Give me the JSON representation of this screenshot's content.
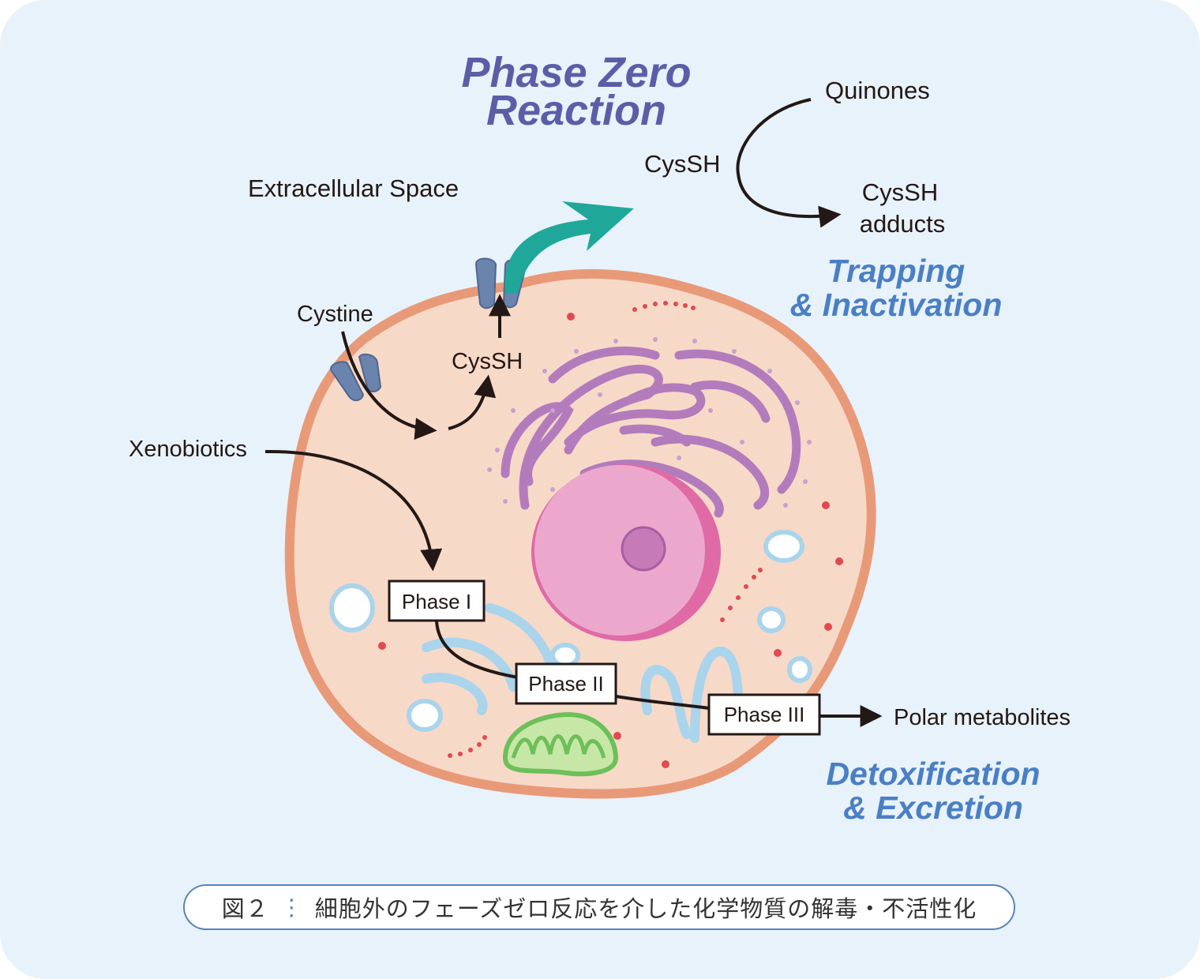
{
  "title": {
    "line1": "Phase Zero",
    "line2": "Reaction"
  },
  "labels": {
    "extracellular": "Extracellular Space",
    "cystine": "Cystine",
    "cyssh_inner": "CysSH",
    "xenobiotics": "Xenobiotics",
    "cyssh_outer": "CysSH",
    "quinones": "Quinones",
    "adducts_line1": "CysSH",
    "adducts_line2": "adducts",
    "polar": "Polar metabolites"
  },
  "phases": {
    "p1": "Phase I",
    "p2": "Phase II",
    "p3": "Phase III"
  },
  "headings": {
    "trap1": "Trapping",
    "trap2": "& Inactivation",
    "detox1": "Detoxification",
    "detox2": "& Excretion"
  },
  "caption": {
    "fig": "図２",
    "sep": "⋮",
    "text": "細胞外のフェーズゼロ反応を介した化学物質の解毒・不活性化"
  },
  "colors": {
    "background": "#e8f2fb",
    "membrane": "#e89a78",
    "cytoplasm": "#f7d9c8",
    "nucleus": "#eba8cc",
    "er": "#b27cbc",
    "mitochondria": "#6dbf5a",
    "teal_arrow": "#1fa89a",
    "transporter": "#6b84ad",
    "title": "#5b5ea6",
    "heading_blue": "#4a7fc4"
  }
}
